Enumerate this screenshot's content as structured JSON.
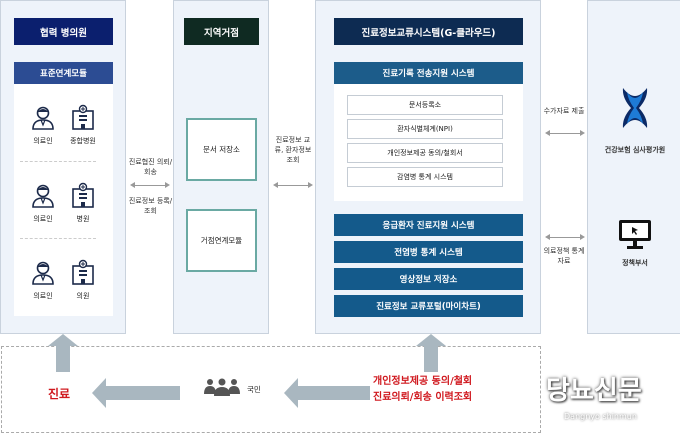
{
  "partner": {
    "title": "협력 병의원",
    "module": "표준연계모듈",
    "rows": [
      {
        "person": "의료인",
        "facility": "종합병원"
      },
      {
        "person": "의료인",
        "facility": "병원"
      },
      {
        "person": "의료인",
        "facility": "의원"
      }
    ]
  },
  "link1": {
    "top": "진료협진 의뢰/회송",
    "bottom": "진료정보 등록/조회"
  },
  "regional": {
    "title": "지역거점",
    "boxes": [
      "문서 저장소",
      "거점연계모듈"
    ]
  },
  "link2": {
    "text": "진료정보 교류, 환자정보 조회"
  },
  "gcloud": {
    "title": "진료정보교류시스템(G-클라우드)",
    "subsystem": "진료기록 전송지원 시스템",
    "items": [
      "문서등록소",
      "환자식별체계(NPI)",
      "개인정보제공 동의/철회서",
      "감염병 통계 시스템"
    ],
    "systems": [
      "응급환자 진료지원 시스템",
      "전염병 통계 시스템",
      "영상정보 저장소",
      "진료정보 교류포털(마이차트)"
    ]
  },
  "link3": {
    "top": "수가자료 제출",
    "bottom": "의료정책 통계자료"
  },
  "external": {
    "hira": "건강보험 심사평가원",
    "policy": "정책부서"
  },
  "bottom": {
    "care": "진료",
    "citizen": "국민",
    "actions": [
      "개인정보제공 동의/철회",
      "진료의뢰/회송 이력조회"
    ]
  },
  "watermark": {
    "title": "당뇨신문",
    "sub": "Dangnyo shinmun"
  },
  "colors": {
    "partner_header": "#0b1f6e",
    "regional_header": "#0f2a22",
    "gcloud_header": "#0d2b52",
    "system_blue": "#145a8b",
    "red": "#d0181e"
  }
}
